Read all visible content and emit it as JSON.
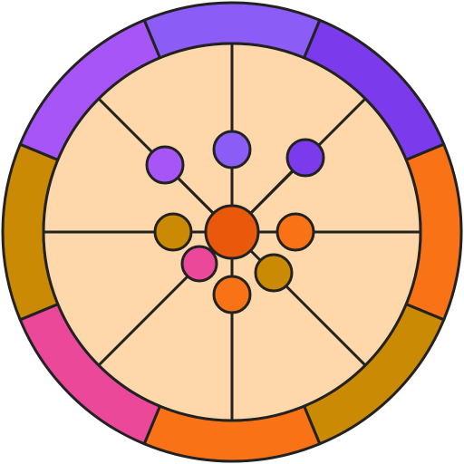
{
  "colors": {
    "outline": "#222222",
    "face": "#fed7aa",
    "hub": "#ea580c"
  },
  "ring_segments": [
    {
      "id": "top",
      "color": "#8b5cf6"
    },
    {
      "id": "top-right",
      "color": "#7c3aed"
    },
    {
      "id": "right",
      "color": "#f97316"
    },
    {
      "id": "bottom-right",
      "color": "#ca8a04"
    },
    {
      "id": "bottom",
      "color": "#f97316"
    },
    {
      "id": "bottom-left",
      "color": "#ec4899"
    },
    {
      "id": "left",
      "color": "#ca8a04"
    },
    {
      "id": "top-left",
      "color": "#a855f7"
    }
  ],
  "nodes": [
    {
      "id": "upper-left",
      "color": "#a855f7"
    },
    {
      "id": "upper-center",
      "color": "#8b5cf6"
    },
    {
      "id": "upper-right",
      "color": "#7c3aed"
    },
    {
      "id": "left",
      "color": "#ca8a04"
    },
    {
      "id": "right",
      "color": "#f97316"
    },
    {
      "id": "lower-left",
      "color": "#ec4899"
    },
    {
      "id": "lower-right",
      "color": "#ca8a04"
    },
    {
      "id": "bottom",
      "color": "#f97316"
    }
  ]
}
